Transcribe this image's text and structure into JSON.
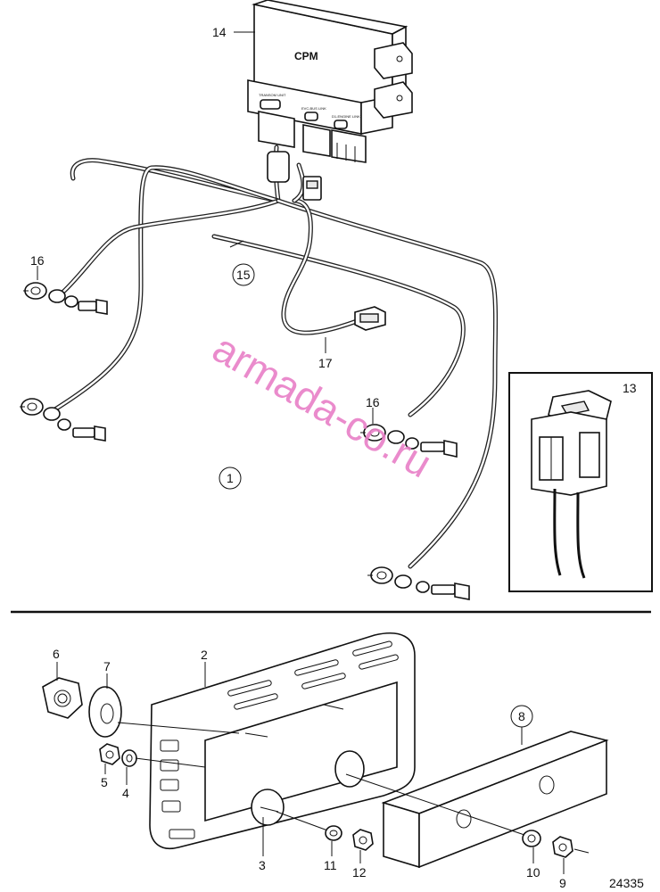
{
  "diagram": {
    "module_label": "CPM",
    "connector_labels": [
      "TRANSOM UNIT",
      "EVC-BUS LINK",
      "D1-ENGINE LINK"
    ],
    "detail_ref": "13",
    "drawing_number": "24335",
    "watermark": "armada-co.ru",
    "callouts": {
      "c1": "1",
      "c2": "2",
      "c3": "3",
      "c4": "4",
      "c5": "5",
      "c6": "6",
      "c7": "7",
      "c8": "8",
      "c9": "9",
      "c10": "10",
      "c11": "11",
      "c12": "12",
      "c14": "14",
      "c15": "15",
      "c16a": "16",
      "c16b": "16",
      "c17": "17"
    }
  }
}
